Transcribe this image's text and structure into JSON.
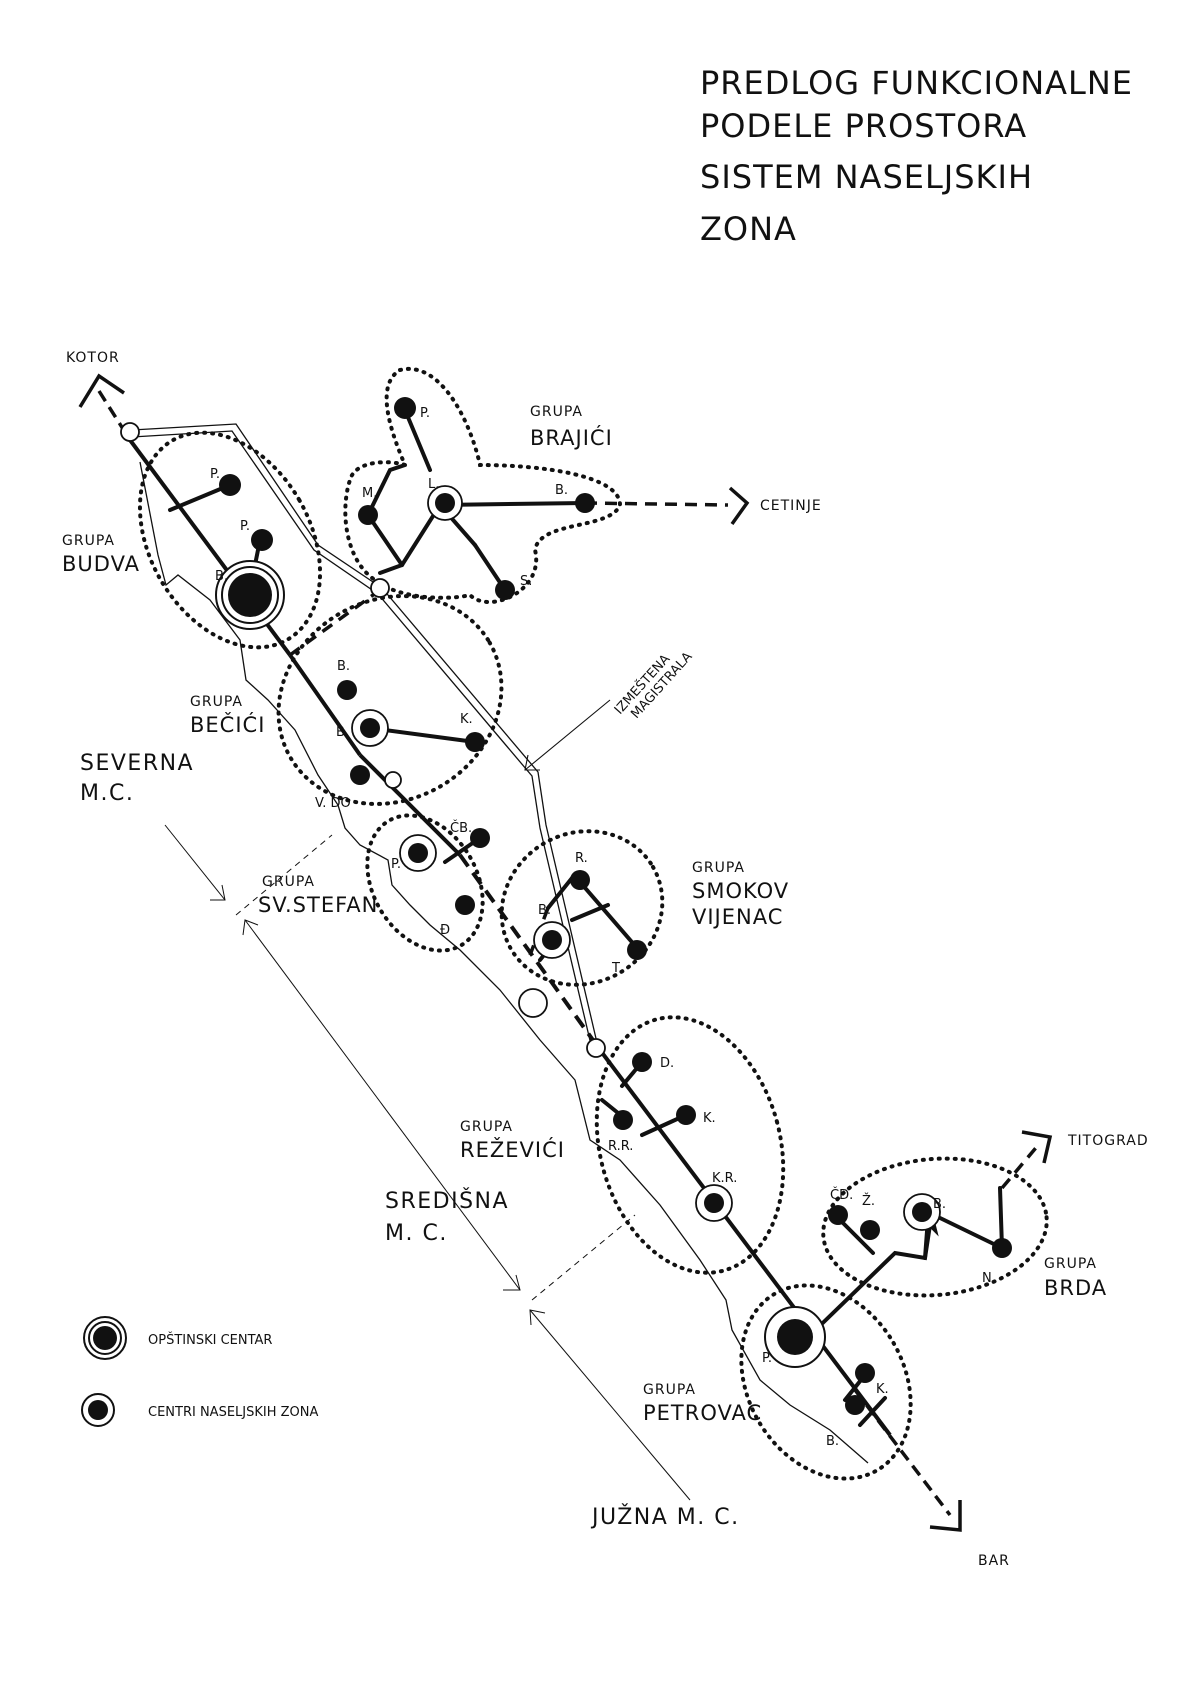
{
  "title": {
    "line1": "PREDLOG FUNKCIONALNE",
    "line2": "PODELE PROSTORA",
    "line3": "SISTEM  NASELJSKIH",
    "line4": "ZONA"
  },
  "destinations": {
    "kotor": "KOTOR",
    "cetinje": "CETINJE",
    "titograd": "TITOGRAD",
    "bar": "BAR"
  },
  "groups": {
    "budva": {
      "prefix": "GRUPA",
      "name": "BUDVA"
    },
    "brajici": {
      "prefix": "GRUPA",
      "name": "BRAJIĆI"
    },
    "becici": {
      "prefix": "GRUPA",
      "name": "BEČIĆI"
    },
    "svstefan": {
      "prefix": "GRUPA",
      "name": "SV.STEFAN"
    },
    "smokov": {
      "prefix": "GRUPA",
      "name1": "SMOKOV",
      "name2": "VIJENAC"
    },
    "rezevici": {
      "prefix": "GRUPA",
      "name": "REŽEVIĆI"
    },
    "brda": {
      "prefix": "GRUPA",
      "name": "BRDA"
    },
    "petrovac": {
      "prefix": "GRUPA",
      "name": "PETROVAC"
    }
  },
  "zones": {
    "severna": {
      "line1": "SEVERNA",
      "line2": "M.C."
    },
    "sredisna": {
      "line1": "SREDIŠNA",
      "line2": "M. C."
    },
    "juzna": "JUŽNA  M. C."
  },
  "road_label": {
    "line1": "IZMEŠTENA",
    "line2": "MAGISTRALA"
  },
  "settlement_abbr": {
    "budva_p1": "P.",
    "budva_p2": "P.",
    "budva_b": "B.",
    "brajici_p": "P.",
    "brajici_m": "M.",
    "brajici_l": "L.",
    "brajici_b": "B.",
    "brajici_s": "S.",
    "becici_b1": "B.",
    "becici_b2": "B.",
    "becici_k": "K.",
    "becici_vdo": "V. DO",
    "stefan_p": "P.",
    "stefan_cb": "ČB.",
    "stefan_dj": "Đ",
    "smokov_r": "R.",
    "smokov_b": "B.",
    "smokov_t": "T.",
    "rezevici_d": "D.",
    "rezevici_k": "K.",
    "rezevici_rr": "R.R.",
    "rezevici_kr": "K.R.",
    "brda_cd": "ČD.",
    "brda_z": "Ž.",
    "brda_b": "B.",
    "brda_n": "N.",
    "petrovac_p": "P.",
    "petrovac_k": "K.",
    "petrovac_b": "B."
  },
  "legend": {
    "municipal": "OPŠTINSKI  CENTAR",
    "zone_center": "CENTRI  NASELJSKIH  ZONA"
  }
}
